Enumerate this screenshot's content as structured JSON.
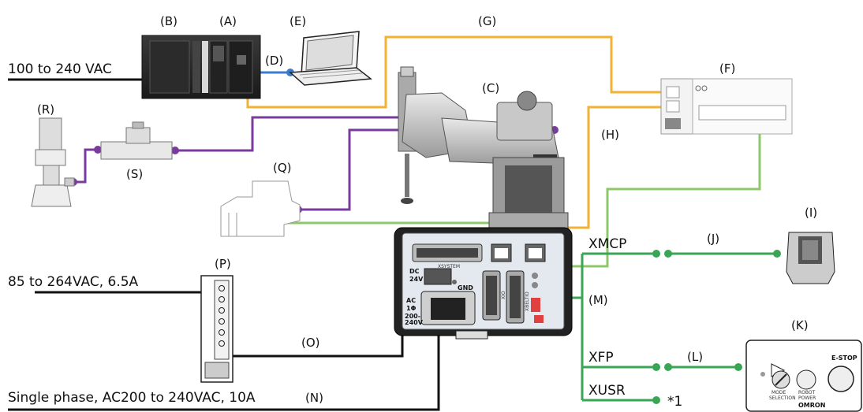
{
  "labels": {
    "A": "(A)",
    "B": "(B)",
    "C": "(C)",
    "D": "(D)",
    "E": "(E)",
    "F": "(F)",
    "G": "(G)",
    "H": "(H)",
    "I": "(I)",
    "J": "(J)",
    "K": "(K)",
    "L": "(L)",
    "M": "(M)",
    "N": "(N)",
    "O": "(O)",
    "P": "(P)",
    "Q": "(Q)",
    "R": "(R)",
    "S": "(S)"
  },
  "power_texts": {
    "ac100": "100 to 240 VAC",
    "ac85": "85 to 264VAC, 6.5A",
    "single_phase": "Single phase, AC200 to 240VAC, 10A"
  },
  "port_labels": {
    "xmcp": "XMCP",
    "xfp": "XFP",
    "xusr": "XUSR",
    "footnote": "*1"
  },
  "panel_texts": {
    "xsystem": "XSYSTEM",
    "dc": "DC",
    "dc_v": "24V",
    "gnd": "GND",
    "ac": "AC",
    "ac_phase": "1Φ",
    "ac_v1": "200-",
    "ac_v2": "240V",
    "xbeltio": "XBELTIO",
    "xio": "XIO"
  },
  "robot_brand": "omron",
  "front_panel": {
    "estop": "E-STOP",
    "mode": "MODE",
    "selection": "SELECTION",
    "robot": "ROBOT",
    "power": "POWER",
    "brand": "OMRON"
  },
  "colors": {
    "ethercat": "#f2b233",
    "usb": "#3d7cc9",
    "air": "#7a3b9e",
    "signal_light": "#8cc86a",
    "signal_dark": "#3aa655",
    "power": "#111111"
  }
}
